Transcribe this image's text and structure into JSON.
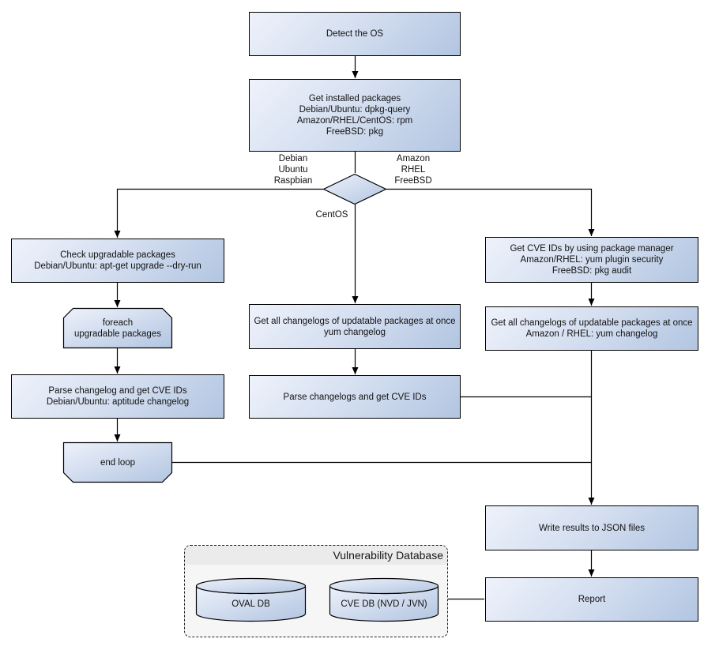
{
  "colors": {
    "node_fill_light": "#eef2fb",
    "node_fill_dark": "#b2c5e1",
    "node_border": "#000000",
    "connector": "#000000",
    "container_fill": "#f6f6f6",
    "container_header_fill": "#ebebeb",
    "container_border": "#222222",
    "text": "#121212"
  },
  "nodes": {
    "detect_os": {
      "type": "process",
      "lines": [
        "Detect the OS"
      ]
    },
    "get_installed_packages": {
      "type": "process",
      "lines": [
        "Get installed packages",
        "Debian/Ubuntu: dpkg-query",
        "Amazon/RHEL/CentOS: rpm",
        "FreeBSD: pkg"
      ]
    },
    "os_decision": {
      "type": "decision",
      "lines": []
    },
    "check_upgradable": {
      "type": "process",
      "lines": [
        "Check upgradable packages",
        "Debian/Ubuntu: apt-get upgrade --dry-run"
      ]
    },
    "foreach_loop": {
      "type": "loop-start",
      "lines": [
        "foreach",
        "upgradable  packages"
      ]
    },
    "parse_changelog_debian": {
      "type": "process",
      "lines": [
        "Parse changelog and get  CVE IDs",
        "Debian/Ubuntu: aptitude changelog"
      ]
    },
    "end_loop": {
      "type": "loop-end",
      "lines": [
        "end loop"
      ]
    },
    "get_changelogs_centos": {
      "type": "process",
      "lines": [
        "Get all changelogs of updatable packages at once",
        "yum changelog"
      ]
    },
    "parse_changelogs_centos": {
      "type": "process",
      "lines": [
        "Parse changelogs and get CVE IDs"
      ]
    },
    "get_cve_ids_pkg_manager": {
      "type": "process",
      "lines": [
        "Get CVE IDs by using package manager",
        "Amazon/RHEL: yum plugin security",
        "FreeBSD: pkg audit"
      ]
    },
    "get_changelogs_amazon": {
      "type": "process",
      "lines": [
        "Get all changelogs of updatable packages at once",
        "Amazon / RHEL: yum changelog"
      ]
    },
    "write_results": {
      "type": "process",
      "lines": [
        "Write results to JSON files"
      ]
    },
    "report": {
      "type": "process",
      "lines": [
        "Report"
      ]
    },
    "oval_db": {
      "type": "database",
      "lines": [
        "OVAL DB"
      ]
    },
    "cve_db": {
      "type": "database",
      "lines": [
        "CVE DB (NVD / JVN)"
      ]
    }
  },
  "branch_labels": {
    "left": [
      "Debian",
      "Ubuntu",
      "Raspbian"
    ],
    "right": [
      "Amazon",
      "RHEL",
      "FreeBSD"
    ],
    "bottom": [
      "CentOS"
    ]
  },
  "container": {
    "title": "Vulnerability Database"
  }
}
